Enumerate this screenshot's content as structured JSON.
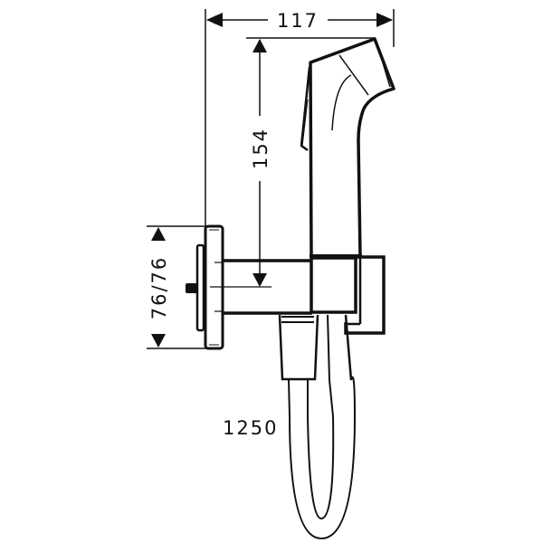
{
  "drawing": {
    "type": "technical-dimension-drawing",
    "subject": "hand shower with wall outlet and hose",
    "line_color": "#111111",
    "background": "#ffffff"
  },
  "dimensions": {
    "overall_width": "117",
    "handshower_height": "154",
    "wall_plate": "76/76",
    "hose_length": "1250"
  }
}
